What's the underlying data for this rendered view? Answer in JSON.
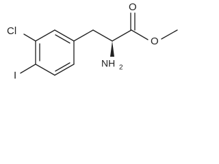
{
  "molecule": {
    "labels": {
      "chlorine": "Cl",
      "iodine": "I",
      "amine_main": "NH",
      "amine_subscript": "2",
      "carbonyl_oxygen": "O",
      "ester_oxygen": "O"
    },
    "colors": {
      "ink": "#222222",
      "background": "#ffffff"
    }
  }
}
